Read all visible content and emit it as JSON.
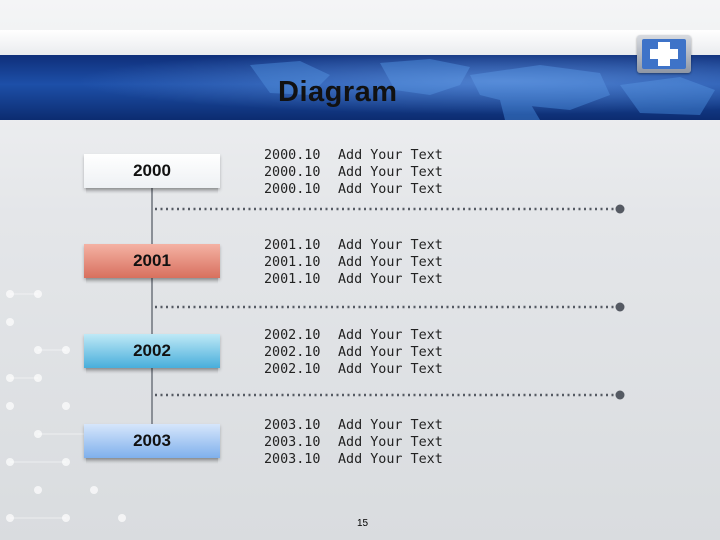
{
  "title": "Diagram",
  "timeline": [
    {
      "year": "2000",
      "color_top": "#ffffff",
      "color_bottom": "#eef1f4",
      "entries": [
        {
          "date": "2000.10",
          "text": "Add Your Text"
        },
        {
          "date": "2000.10",
          "text": "Add Your Text"
        },
        {
          "date": "2000.10",
          "text": "Add Your Text"
        }
      ]
    },
    {
      "year": "2001",
      "color_top": "#f4b2a4",
      "color_bottom": "#d8705e",
      "entries": [
        {
          "date": "2001.10",
          "text": "Add Your Text"
        },
        {
          "date": "2001.10",
          "text": "Add Your Text"
        },
        {
          "date": "2001.10",
          "text": "Add Your Text"
        }
      ]
    },
    {
      "year": "2002",
      "color_top": "#bfe9f6",
      "color_bottom": "#48aedb",
      "entries": [
        {
          "date": "2002.10",
          "text": "Add Your Text"
        },
        {
          "date": "2002.10",
          "text": "Add Your Text"
        },
        {
          "date": "2002.10",
          "text": "Add Your Text"
        }
      ]
    },
    {
      "year": "2003",
      "color_top": "#d6e6fb",
      "color_bottom": "#7fb0ec",
      "entries": [
        {
          "date": "2003.10",
          "text": "Add Your Text"
        },
        {
          "date": "2003.10",
          "text": "Add Your Text"
        },
        {
          "date": "2003.10",
          "text": "Add Your Text"
        }
      ]
    }
  ],
  "connector_color": "#555a63",
  "page_number": "15"
}
